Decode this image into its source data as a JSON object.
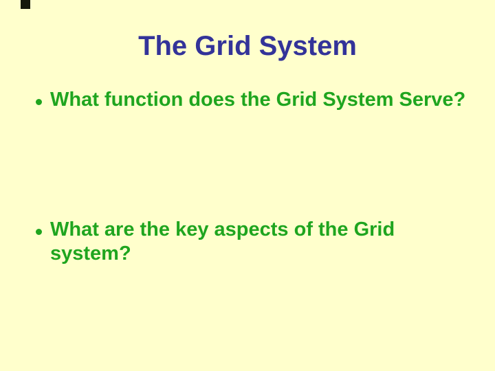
{
  "slide": {
    "title": "The Grid System",
    "bullets": [
      {
        "text": "What function does the Grid System Serve?"
      },
      {
        "text": "What are the key aspects of the Grid system?"
      }
    ]
  },
  "colors": {
    "background": "#FFFFCC",
    "title_text": "#333399",
    "bullet_text": "#1FA51F",
    "corner_marker": "#15180B"
  }
}
